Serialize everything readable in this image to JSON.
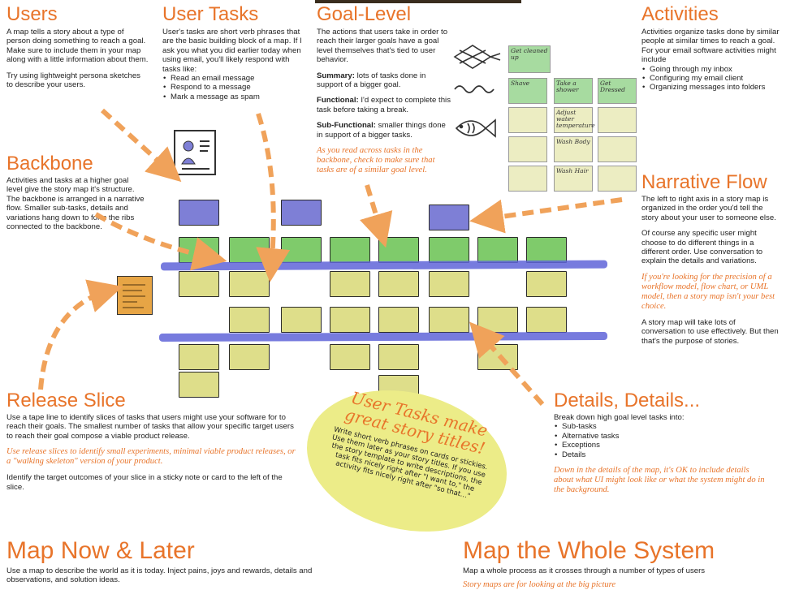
{
  "users": {
    "title": "Users",
    "p1": "A map tells a story about a type of person doing something to reach a goal.  Make sure to include them in your map along with a little information about them.",
    "p2": "Try using lightweight persona sketches to describe your users."
  },
  "user_tasks": {
    "title": "User Tasks",
    "p1": "User's tasks are short verb phrases that are the basic building block of a map.  If I ask you what you did earlier today when using email, you'll likely respond with tasks like:",
    "items": [
      "Read an email message",
      "Respond to a message",
      "Mark a message as spam"
    ]
  },
  "goal_level": {
    "title": "Goal-Level",
    "p1": "The actions that users take in order to reach their larger goals have a goal level themselves that's tied to user behavior.",
    "summary_label": "Summary:",
    "summary_text": " lots of tasks done in support of a bigger goal.",
    "functional_label": "Functional:",
    "functional_text": " I'd expect to complete this task before taking a break.",
    "subfunctional_label": "Sub-Functional:",
    "subfunctional_text": " smaller things done in support of a bigger tasks.",
    "italic": "As you read across tasks in the backbone, check to make sure that tasks are of a similar goal level."
  },
  "activities": {
    "title": "Activities",
    "p1": "Activities organize tasks done by similar people at similar times to reach a goal.  For your email software activities might include",
    "items": [
      "Going through my inbox",
      "Configuring my email client",
      "Organizing messages into folders"
    ]
  },
  "sketch": {
    "goal_card": "Get cleaned up",
    "cards": [
      "Shave",
      "Take a shower",
      "Get Dressed",
      "Adjust water temperature",
      "Wash Body",
      "Wash Hair"
    ]
  },
  "backbone": {
    "title": "Backbone",
    "p1": "Activities and tasks at a higher goal level give the story map it's structure.  The backbone is arranged in a narrative flow.  Smaller sub-tasks, details and variations hang down to form the ribs connected to the backbone."
  },
  "narrative": {
    "title": "Narrative Flow",
    "p1": "The  left to right axis in a story map is organized in the order you'd tell the story about your user to someone else.",
    "p2": "Of course any specific user might choose to do different things in a different order.  Use conversation to explain the details and variations.",
    "italic": "If you're looking for the precision of a workflow model, flow chart, or UML model, then a story map isn't your best choice.",
    "p3": "A story map will take lots of conversation to use effectively.  But then that's the purpose of stories."
  },
  "release": {
    "title": "Release Slice",
    "p1": "Use a tape line to identify slices of tasks that users might use your software for to reach their goals.  The smallest number of tasks that allow your specific target users to reach their goal compose a viable product release.",
    "italic": "Use release slices to identify small experiments, minimal viable product releases, or a \"walking skeleton\" version of your product.",
    "p2": "Identify the target outcomes of your slice in a sticky note or card to the left of the slice."
  },
  "details": {
    "title": "Details, Details...",
    "p1": "Break down high goal level tasks into:",
    "items": [
      "Sub-tasks",
      "Alternative tasks",
      "Exceptions",
      "Details"
    ],
    "italic": "Down in the details of the map, it's OK to include details about what UI might look like or what the system might do in the background."
  },
  "sticky": {
    "headline": "User Tasks make great story titles!",
    "body": "Write short verb phrases on cards or stickies. Use them later as your story titles.  If you use the story template to write descriptions, the task fits nicely right after \"I want to,\" the activity fits nicely right after \"so that...\""
  },
  "map_now": {
    "title": "Map Now & Later",
    "p1": "Use a map to describe the world as it is today.  Inject pains, joys and rewards, details and observations, and solution ideas."
  },
  "map_system": {
    "title": "Map the Whole System",
    "p1": "Map a whole process as it crosses through a number of types of users",
    "italic": "Story maps are for looking at the big picture"
  },
  "colors": {
    "accent": "#e8742a",
    "task_card": "#dede8a",
    "backbone_card": "#7fcb6b",
    "activity_card": "#7e7fd6",
    "tape": "#5f64d8",
    "sticky": "#ecec88"
  }
}
